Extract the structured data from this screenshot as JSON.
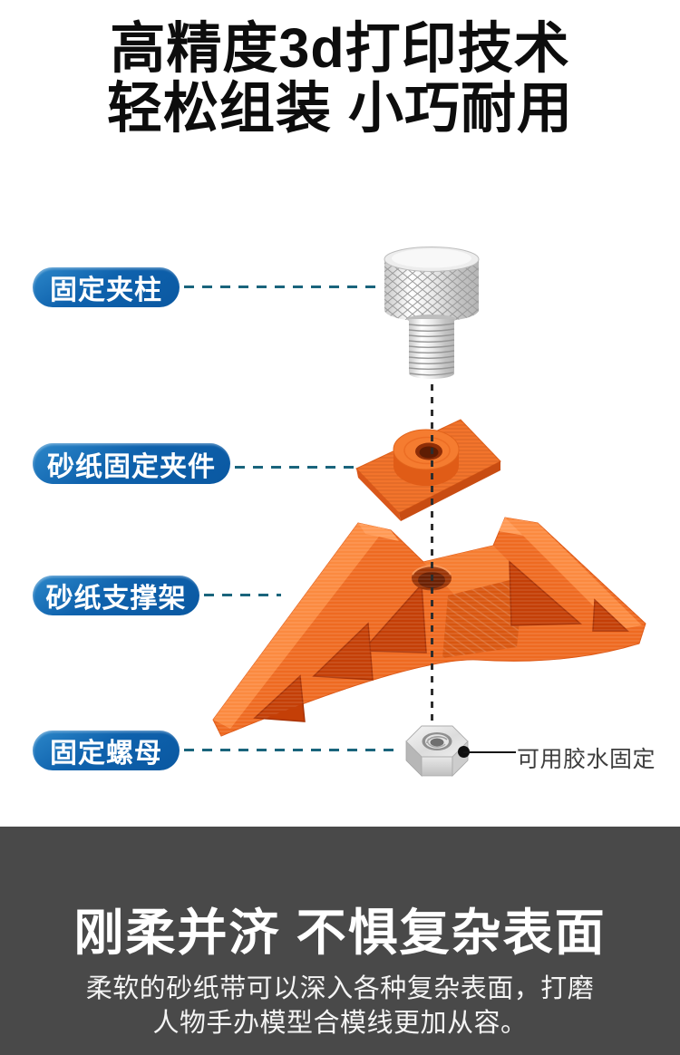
{
  "header": {
    "title_line1": "高精度3d打印技术",
    "title_line2": "轻松组装 小巧耐用"
  },
  "diagram": {
    "labels": [
      {
        "text": "固定夹柱"
      },
      {
        "text": "砂纸固定夹件"
      },
      {
        "text": "砂纸支撑架"
      },
      {
        "text": "固定螺母"
      }
    ],
    "note": "可用胶水固定",
    "parts": {
      "screw": "固定夹柱 thumb screw",
      "clamp": "砂纸固定夹件 clamp plate",
      "support": "砂纸支撑架 support frame",
      "nut": "固定螺母 hex nut"
    }
  },
  "footer": {
    "heading": "刚柔并济 不惧复杂表面",
    "subtitle_line1": "柔软的砂纸带可以深入各种复杂表面，打磨",
    "subtitle_line2": "人物手办模型合模线更加从容。"
  },
  "colors": {
    "label_blue": "#0f62ad",
    "dash_teal": "#19647c",
    "axis_dash_gray": "#2d2d2d",
    "part_orange": "#f2702a",
    "footer_background": "#494949",
    "metal_silver": "#d9d9d9"
  }
}
